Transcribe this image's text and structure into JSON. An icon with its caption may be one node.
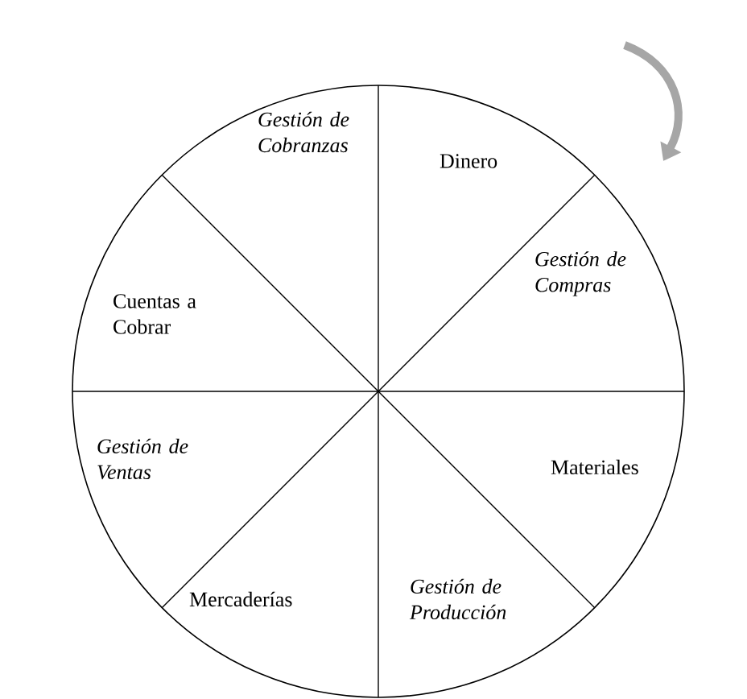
{
  "diagram": {
    "nodes": [
      {
        "text": [
          "Gestión de Cobranzas"
        ]
      },
      {
        "text": [
          "Dinero"
        ]
      },
      {
        "text": [
          "Cuentas a Cobrar"
        ]
      },
      {
        "text": [
          "Gestión de Compras"
        ]
      },
      {
        "text": [
          "Gestión de Ventas"
        ]
      },
      {
        "text": [
          "Materiales"
        ]
      },
      {
        "text": [
          "Mercaderías"
        ]
      },
      {
        "text": [
          "Gestión de Producción"
        ]
      }
    ]
  }
}
